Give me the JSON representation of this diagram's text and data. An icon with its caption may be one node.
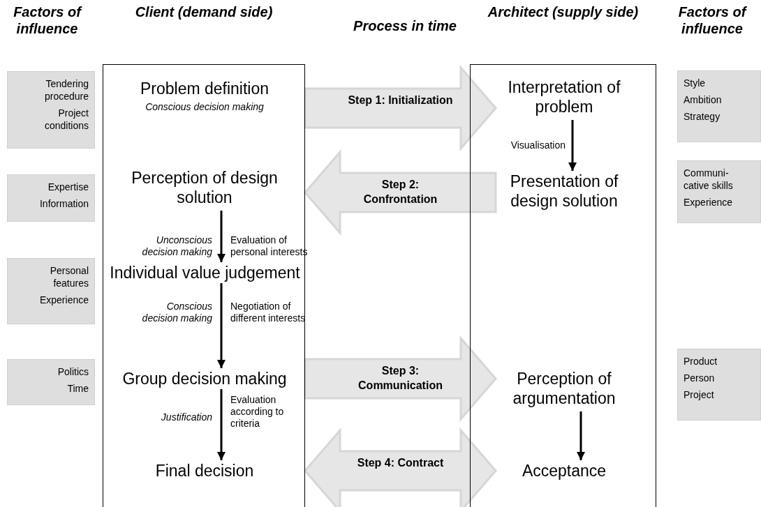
{
  "diagram": {
    "nodes": [
      {
        "text": [
          "Client (demand side)"
        ]
      },
      {
        "text": [
          "Architect (supply side)"
        ]
      },
      {
        "text": [
          "Problem definition",
          "Conscious decision making"
        ],
        "in": 0
      },
      {
        "text": [
          "Perception of design solution"
        ],
        "in": 0
      },
      {
        "text": [
          "Individual value judgement"
        ],
        "in": 0
      },
      {
        "text": [
          "Group decision making"
        ],
        "in": 0
      },
      {
        "text": [
          "Final decision"
        ],
        "in": 0
      },
      {
        "text": [
          "Interpretation of problem"
        ],
        "in": 1
      },
      {
        "text": [
          "Presentation of design solution"
        ],
        "in": 1
      },
      {
        "text": [
          "Perception of argumentation"
        ],
        "in": 1
      },
      {
        "text": [
          "Acceptance"
        ],
        "in": 1
      },
      {
        "text": [
          "Tendering procedure",
          "Project conditions"
        ]
      },
      {
        "text": [
          "Expertise",
          "Information"
        ]
      },
      {
        "text": [
          "Personal features",
          "Experience"
        ]
      },
      {
        "text": [
          "Politics",
          "Time"
        ]
      },
      {
        "text": [
          "Style",
          "Ambition",
          "Strategy"
        ]
      },
      {
        "text": [
          "Communi- cative skills",
          "Experience"
        ]
      },
      {
        "text": [
          "Product",
          "Person",
          "Project"
        ]
      }
    ],
    "edges": [
      {
        "from": 2,
        "to": 7,
        "arrow": "to",
        "label": "Step 1: Initialization",
        "style": "thick",
        "color": "#e6e6e6"
      },
      {
        "from": 7,
        "to": 8,
        "arrow": "to",
        "label": "Visualisation"
      },
      {
        "from": 8,
        "to": 3,
        "arrow": "to",
        "label": "Step 2: Confrontation",
        "style": "thick",
        "color": "#e6e6e6"
      },
      {
        "from": 3,
        "to": 4,
        "arrow": "to",
        "label": "Unconscious decision making"
      },
      {
        "from": 4,
        "to": 5,
        "arrow": "to",
        "label": "Conscious decision making"
      },
      {
        "from": 5,
        "to": 9,
        "arrow": "to",
        "label": "Step 3: Communication",
        "style": "thick",
        "color": "#e6e6e6"
      },
      {
        "from": 5,
        "to": 6,
        "arrow": "to",
        "label": "Justification"
      },
      {
        "from": 9,
        "to": 10,
        "arrow": "to"
      },
      {
        "from": 6,
        "to": 10,
        "arrow": "both",
        "label": "Step 4: Contract",
        "style": "thick",
        "color": "#e6e6e6"
      }
    ],
    "labels": [
      "Factors of influence",
      "Process in time",
      "Factors of influence",
      "Evaluation of personal interests",
      "Negotiation of different interests",
      "Evaluation according to criteria"
    ]
  }
}
